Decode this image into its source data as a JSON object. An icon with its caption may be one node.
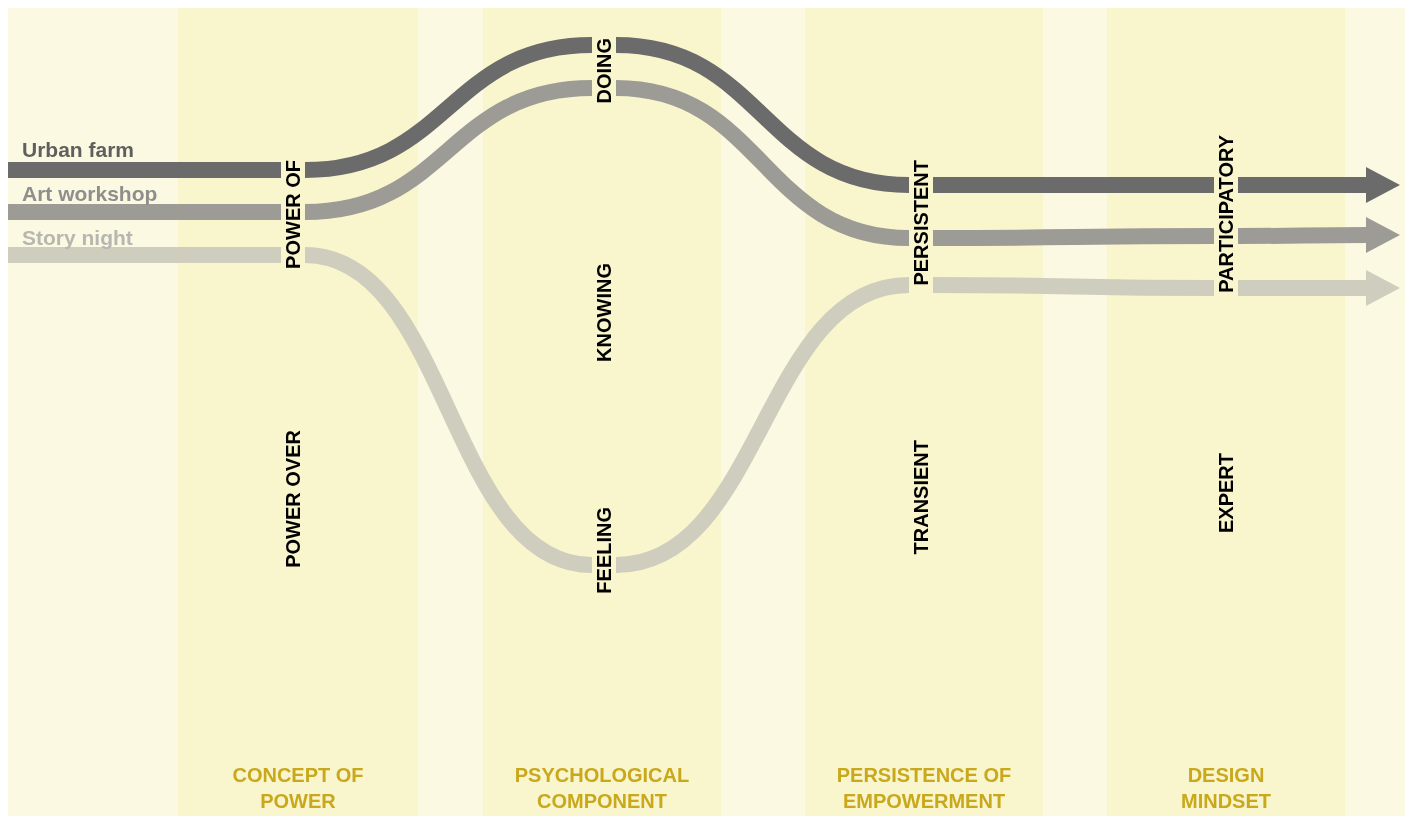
{
  "diagram": {
    "nodes": [
      {
        "text": [
          "Urban farm"
        ]
      },
      {
        "text": [
          "Art workshop"
        ]
      },
      {
        "text": [
          "Story night"
        ]
      },
      {
        "text": [
          "CONCEPT OF POWER"
        ]
      },
      {
        "text": [
          "POWER OF"
        ],
        "in": 3
      },
      {
        "text": [
          "POWER OVER"
        ],
        "in": 3
      },
      {
        "text": [
          "PSYCHOLOGICAL COMPONENT"
        ]
      },
      {
        "text": [
          "DOING"
        ],
        "in": 6
      },
      {
        "text": [
          "KNOWING"
        ],
        "in": 6
      },
      {
        "text": [
          "FEELING"
        ],
        "in": 6
      },
      {
        "text": [
          "PERSISTENCE OF EMPOWERMENT"
        ]
      },
      {
        "text": [
          "PERSISTENT"
        ],
        "in": 10
      },
      {
        "text": [
          "TRANSIENT"
        ],
        "in": 10
      },
      {
        "text": [
          "DESIGN MINDSET"
        ]
      },
      {
        "text": [
          "PARTICIPATORY"
        ],
        "in": 13
      },
      {
        "text": [
          "EXPERT"
        ],
        "in": 13
      }
    ],
    "edges": [
      {
        "from": 0,
        "to": 4,
        "arrow": "none",
        "color": "#6b6b6b"
      },
      {
        "from": 4,
        "to": 7,
        "arrow": "none",
        "color": "#6b6b6b"
      },
      {
        "from": 7,
        "to": 11,
        "arrow": "none",
        "color": "#6b6b6b"
      },
      {
        "from": 11,
        "to": 14,
        "arrow": "none",
        "color": "#6b6b6b"
      },
      {
        "from": 14,
        "to": null,
        "arrow": "to",
        "color": "#6b6b6b"
      },
      {
        "from": 1,
        "to": 4,
        "arrow": "none",
        "color": "#9c9b96"
      },
      {
        "from": 4,
        "to": 7,
        "arrow": "none",
        "color": "#9c9b96"
      },
      {
        "from": 7,
        "to": 11,
        "arrow": "none",
        "color": "#9c9b96"
      },
      {
        "from": 11,
        "to": 14,
        "arrow": "none",
        "color": "#9c9b96"
      },
      {
        "from": 14,
        "to": null,
        "arrow": "to",
        "color": "#9c9b96"
      },
      {
        "from": 2,
        "to": 4,
        "arrow": "none",
        "color": "#cfcdbe"
      },
      {
        "from": 4,
        "to": 9,
        "arrow": "none",
        "color": "#cfcdbe"
      },
      {
        "from": 9,
        "to": 11,
        "arrow": "none",
        "color": "#cfcdbe"
      },
      {
        "from": 11,
        "to": 14,
        "arrow": "none",
        "color": "#cfcdbe"
      },
      {
        "from": 14,
        "to": null,
        "arrow": "to",
        "color": "#cfcdbe"
      }
    ]
  }
}
